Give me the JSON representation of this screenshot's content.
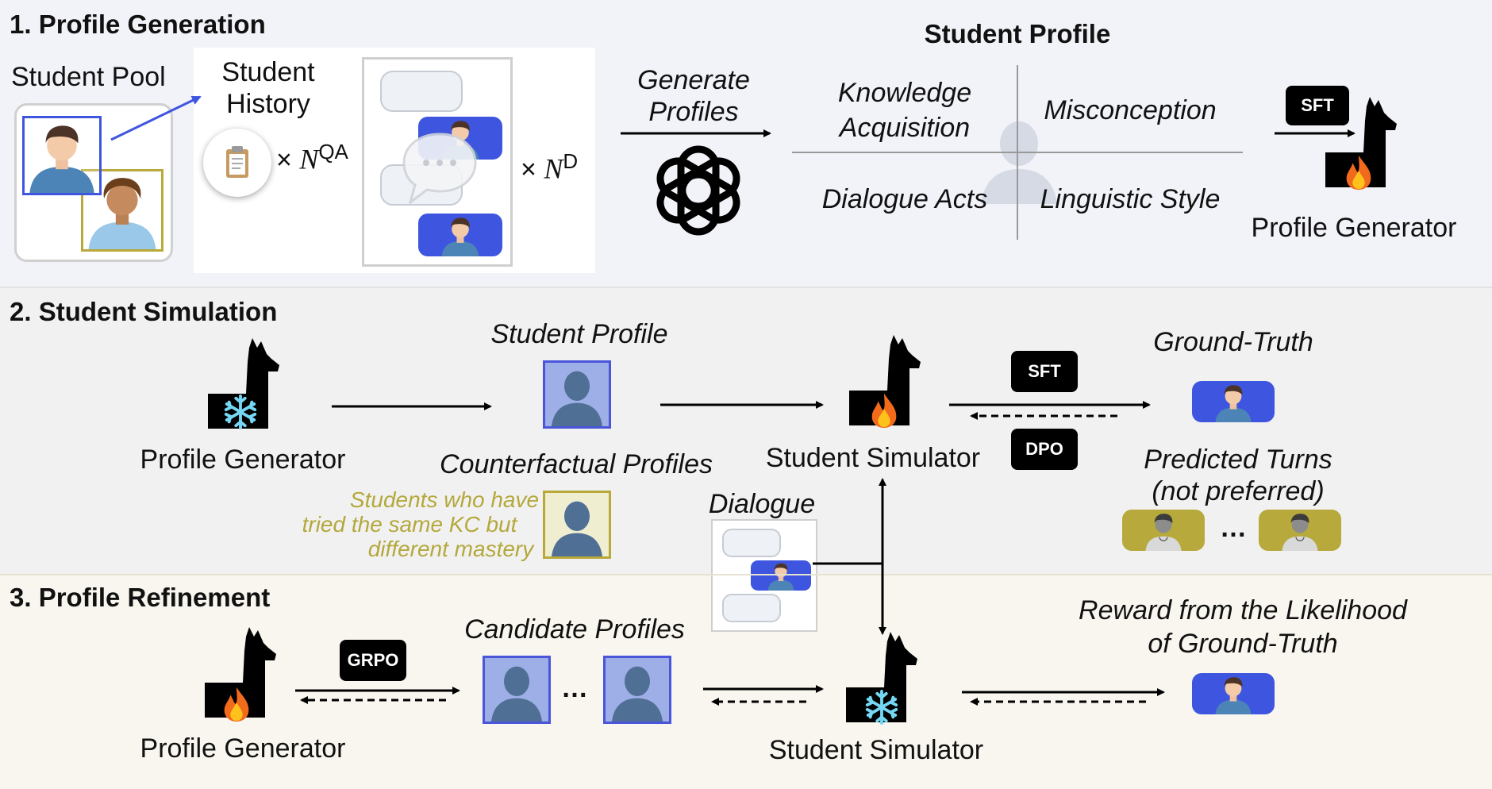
{
  "sections": {
    "s1_title": "1. Profile Generation",
    "s2_title": "2. Student Simulation",
    "s3_title": "3. Profile Refinement"
  },
  "s1": {
    "student_pool": "Student Pool",
    "student_history_line1": "Student",
    "student_history_line2": "History",
    "times": "×",
    "n_symbol": "N",
    "qa_sup": "QA",
    "d_sup": "D",
    "generate_line1": "Generate",
    "generate_line2": "Profiles",
    "student_profile_title": "Student Profile",
    "knowledge_line1": "Knowledge",
    "knowledge_line2": "Acquisition",
    "misconception": "Misconception",
    "dialogue_acts": "Dialogue Acts",
    "linguistic_style": "Linguistic Style",
    "sft_badge": "SFT",
    "profile_generator": "Profile Generator"
  },
  "s2": {
    "profile_generator": "Profile Generator",
    "student_profile": "Student Profile",
    "counterfactual_profiles": "Counterfactual Profiles",
    "counterfactual_note_line1": "Students who have",
    "counterfactual_note_line2": "tried the same KC but",
    "counterfactual_note_line3": "different mastery",
    "student_simulator": "Student Simulator",
    "sft_badge": "SFT",
    "dpo_badge": "DPO",
    "ground_truth": "Ground-Truth",
    "predicted_line1": "Predicted Turns",
    "predicted_line2": "(not preferred)",
    "ellipsis": "…",
    "dialogue": "Dialogue"
  },
  "s3": {
    "profile_generator": "Profile Generator",
    "grpo_badge": "GRPO",
    "candidate_profiles": "Candidate Profiles",
    "ellipsis": "…",
    "student_simulator": "Student Simulator",
    "reward_line1": "Reward from the Likelihood",
    "reward_line2": "of Ground-Truth"
  },
  "colors": {
    "band1": "#f2f3f8",
    "band2": "#f1f1f1",
    "band3": "#f8f6ee",
    "accent_blue": "#3e55e0",
    "gold": "#b7a93c",
    "note_text": "#b4a83c"
  },
  "icons": [
    "llama-icon",
    "fire-icon",
    "snowflake-icon",
    "openai-logo-icon",
    "clipboard-icon",
    "person-icon",
    "chat-bubble-icon"
  ]
}
